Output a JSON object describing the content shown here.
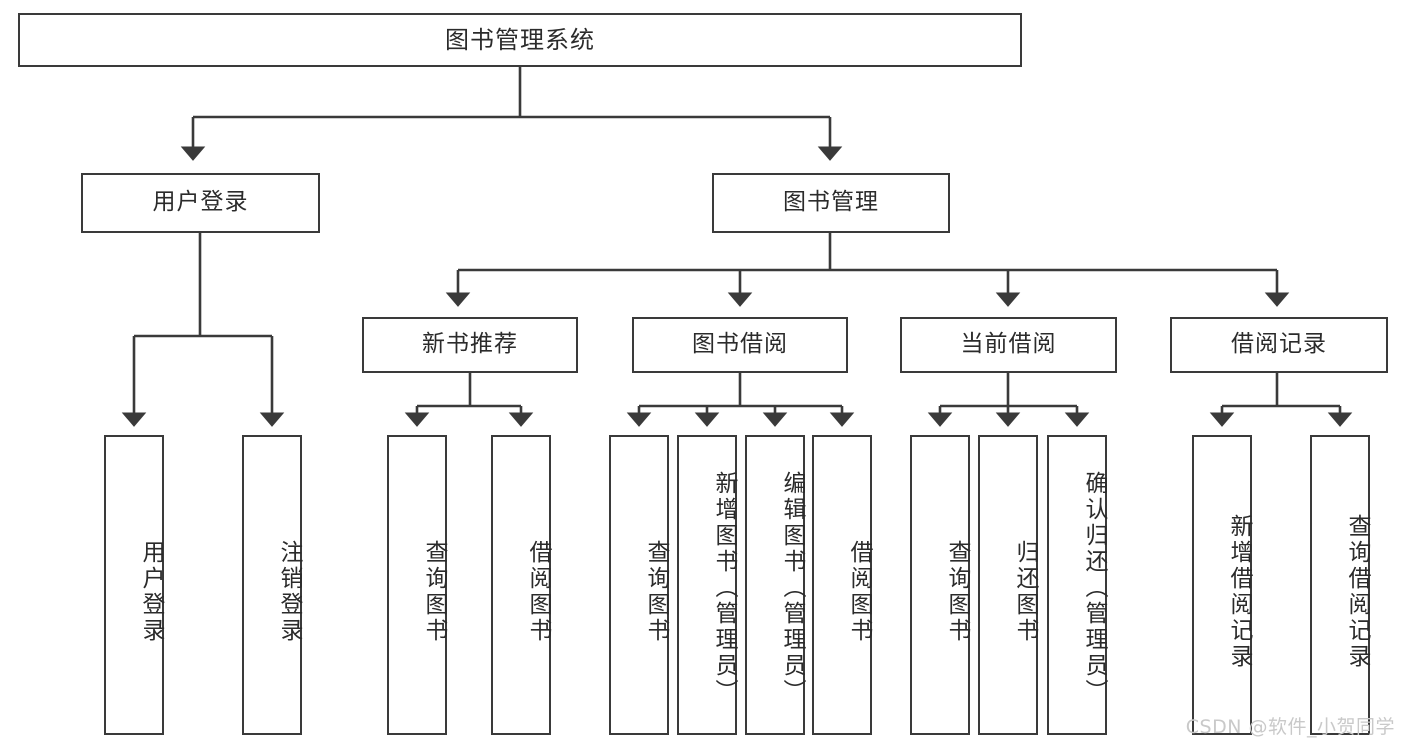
{
  "diagram": {
    "title": "图书管理系统",
    "type": "hierarchy-tree",
    "watermark": "CSDN @软件_小贺同学",
    "colors": {
      "stroke": "#3a3a3a",
      "text": "#2b2b2b",
      "background": "#ffffff",
      "watermark": "#c9c9c9"
    }
  },
  "nodes": {
    "root": {
      "label": "图书管理系统"
    },
    "level2": [
      {
        "label": "用户登录"
      },
      {
        "label": "图书管理"
      }
    ],
    "level3": [
      {
        "label": "新书推荐"
      },
      {
        "label": "图书借阅"
      },
      {
        "label": "当前借阅"
      },
      {
        "label": "借阅记录"
      }
    ],
    "leaves": {
      "user_login": [
        {
          "label": "用户登录"
        },
        {
          "label": "注销登录"
        }
      ],
      "new_book_recommend": [
        {
          "label": "查询图书"
        },
        {
          "label": "借阅图书"
        }
      ],
      "book_borrow": [
        {
          "label": "查询图书"
        },
        {
          "label": "新增图书（管理员）"
        },
        {
          "label": "编辑图书（管理员）"
        },
        {
          "label": "借阅图书"
        }
      ],
      "current_borrow": [
        {
          "label": "查询图书"
        },
        {
          "label": "归还图书"
        },
        {
          "label": "确认归还（管理员）"
        }
      ],
      "borrow_record": [
        {
          "label": "新增借阅记录"
        },
        {
          "label": "查询借阅记录"
        }
      ]
    }
  }
}
